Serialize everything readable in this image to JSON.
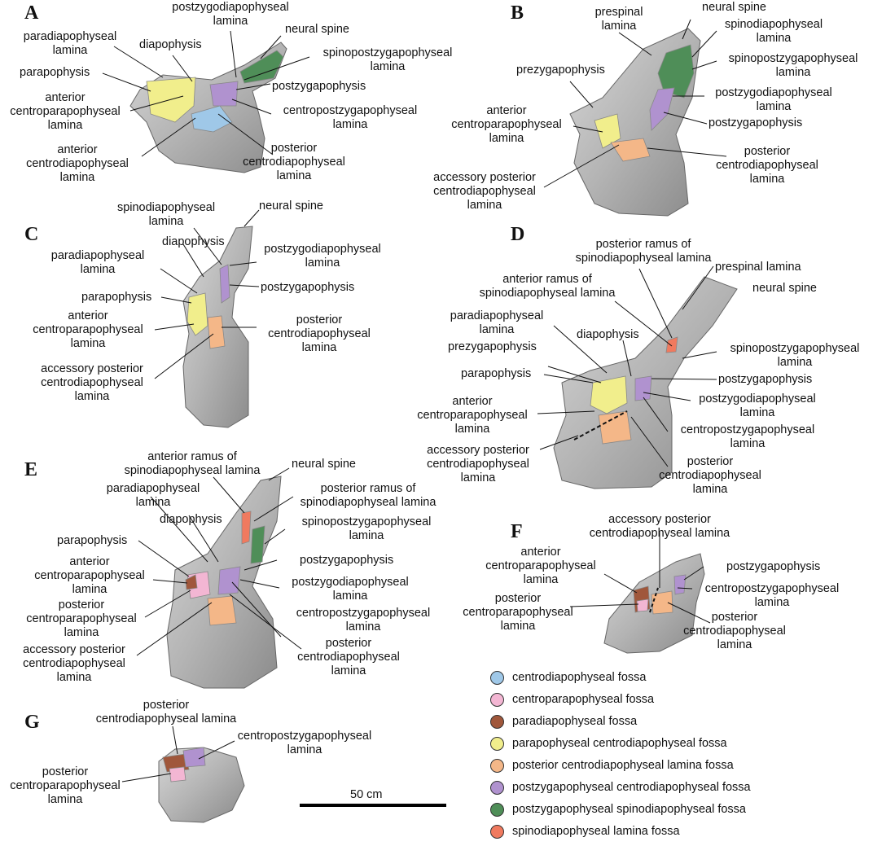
{
  "panels": [
    "A",
    "B",
    "C",
    "D",
    "E",
    "F",
    "G"
  ],
  "labels": {
    "A": {
      "postzygodiapophyseal": "postzygodiapophyseal\nlamina",
      "paradiapophyseal": "paradiapophyseal\nlamina",
      "diapophysis": "diapophysis",
      "neural_spine": "neural spine",
      "parapophysis": "parapophysis",
      "spinopostzygapophyseal": "spinopostzygapophyseal\nlamina",
      "postzygapophysis": "postzygapophysis",
      "acpl": "anterior\ncentroparapophyseal\nlamina",
      "cpol": "centropostzygapophyseal\nlamina",
      "acdl": "anterior\ncentrodiapophyseal\nlamina",
      "pcdl": "posterior\ncentrodiapophyseal\nlamina"
    },
    "B": {
      "prespinal": "prespinal\nlamina",
      "neural_spine": "neural spine",
      "spinodiapophyseal": "spinodiapophyseal\nlamina",
      "spinopostzygapophyseal": "spinopostzygapophyseal\nlamina",
      "prezygapophysis": "prezygapophysis",
      "postzygodiapophyseal": "postzygodiapophyseal\nlamina",
      "postzygapophysis": "postzygapophysis",
      "acpl": "anterior\ncentroparapophyseal\nlamina",
      "pcdl": "posterior\ncentrodiapophyseal\nlamina",
      "apcdl": "accessory posterior\ncentrodiapophyseal\nlamina"
    },
    "C": {
      "spinodiapophyseal": "spinodiapophyseal\nlamina",
      "neural_spine": "neural spine",
      "diapophysis": "diapophysis",
      "postzygodiapophyseal": "postzygodiapophyseal\nlamina",
      "paradiapophyseal": "paradiapophyseal\nlamina",
      "parapophysis": "parapophysis",
      "postzygapophysis": "postzygapophysis",
      "acpl": "anterior\ncentroparapophyseal\nlamina",
      "pcdl": "posterior\ncentrodiapophyseal\nlamina",
      "apcdl": "accessory posterior\ncentrodiapophyseal\nlamina"
    },
    "D": {
      "posterior_ramus": "posterior ramus of\nspinodiapophyseal lamina",
      "prespinal": "prespinal lamina",
      "neural_spine": "neural spine",
      "anterior_ramus": "anterior ramus of\nspinodiapophyseal lamina",
      "paradiapophyseal": "paradiapophyseal\nlamina",
      "diapophysis": "diapophysis",
      "prezygapophysis": "prezygapophysis",
      "spinopostzygapophyseal": "spinopostzygapophyseal\nlamina",
      "parapophysis": "parapophysis",
      "postzygapophysis": "postzygapophysis",
      "postzygodiapophyseal": "postzygodiapophyseal\nlamina",
      "acpl": "anterior\ncentroparapophyseal\nlamina",
      "cpol": "centropostzygapophyseal\nlamina",
      "apcdl": "accessory posterior\ncentrodiapophyseal\nlamina",
      "pcdl": "posterior\ncentrodiapophyseal\nlamina"
    },
    "E": {
      "anterior_ramus": "anterior ramus of\nspinodiapophyseal lamina",
      "neural_spine": "neural spine",
      "paradiapophyseal": "paradiapophyseal\nlamina",
      "posterior_ramus": "posterior ramus of\nspinodiapophyseal lamina",
      "diapophysis": "diapophysis",
      "spinopostzygapophyseal": "spinopostzygapophyseal\nlamina",
      "parapophysis": "parapophysis",
      "postzygapophysis": "postzygapophysis",
      "acpl": "anterior\ncentroparapophyseal\nlamina",
      "postzygodiapophyseal": "postzygodiapophyseal\nlamina",
      "pcpl": "posterior\ncentroparapophyseal\nlamina",
      "cpol": "centropostzygapophyseal\nlamina",
      "apcdl": "accessory posterior\ncentrodiapophyseal\nlamina",
      "pcdl": "posterior\ncentrodiapophyseal\nlamina"
    },
    "F": {
      "apcdl": "accessory posterior\ncentrodiapophyseal lamina",
      "acpl": "anterior\ncentroparapophyseal\nlamina",
      "postzygapophysis": "postzygapophysis",
      "cpol": "centropostzygapophyseal\nlamina",
      "pcpl": "posterior\ncentroparapophyseal\nlamina",
      "pcdl": "posterior\ncentrodiapophyseal\nlamina"
    },
    "G": {
      "pcdl": "posterior\ncentrodiapophyseal lamina",
      "cpol": "centropostzygapophyseal\nlamina",
      "pcpl": "posterior\ncentroparapophyseal\nlamina"
    }
  },
  "legend": [
    {
      "label": "centrodiapophyseal fossa",
      "color": "#9fc8e8"
    },
    {
      "label": "centroparapophyseal fossa",
      "color": "#f3b6d3"
    },
    {
      "label": "paradiapophyseal fossa",
      "color": "#a0573b"
    },
    {
      "label": "parapophyseal centrodiapophyseal fossa",
      "color": "#f1ee8c"
    },
    {
      "label": "posterior centrodiapophyseal lamina fossa",
      "color": "#f4b788"
    },
    {
      "label": "postzygapophyseal centrodiapophyseal fossa",
      "color": "#b092cf"
    },
    {
      "label": "postzygapophyseal spinodiapophyseal fossa",
      "color": "#4f8e58"
    },
    {
      "label": "spinodiapophyseal lamina fossa",
      "color": "#f07a5f"
    }
  ],
  "scale_bar": {
    "label": "50 cm"
  },
  "colors": {
    "bone": "#b8b8b8",
    "bone_dark": "#7d7d7d",
    "leader": "#111111"
  }
}
